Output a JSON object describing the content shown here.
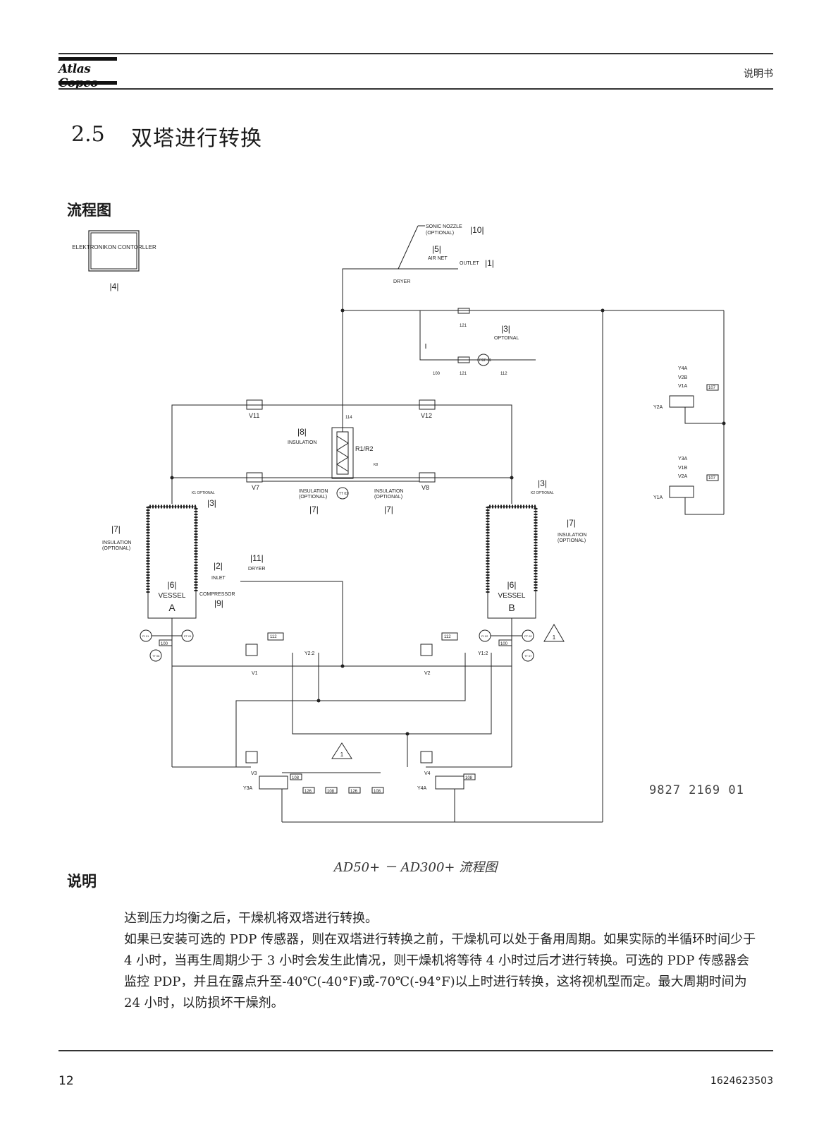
{
  "header": {
    "logo": "Atlas Copco",
    "doc_type": "说明书"
  },
  "section": {
    "number": "2.5",
    "title": "双塔进行转换"
  },
  "flowchart_heading": "流程图",
  "diagram": {
    "controller": "ELEKTRONIKON CONTORLLER",
    "controller_ref": "|4|",
    "sonic_nozzle": "SONIC NOZZLE",
    "sonic_optional": "(OPTIONAL)",
    "ref_10": "|10|",
    "ref_5": "|5|",
    "air_net": "AIR NET",
    "outlet": "OUTLET",
    "ref_1": "|1|",
    "dryer_top": "DRYER",
    "ref_3_top": "|3|",
    "optoinal": "OPTOINAL",
    "box_121a": "121",
    "box_121b": "121",
    "box_100_top": "100",
    "box_112_top": "112",
    "pdp": "PDP 01",
    "v11": "V11",
    "v12": "V12",
    "box_114": "114",
    "ref_8": "|8|",
    "insulation_8": "INSULATION",
    "r1r2": "R1/R2",
    "v7": "V7",
    "v8": "V8",
    "insulation_l": "INSULATION",
    "optional_l": "(OPTIONAL)",
    "insulation_r": "INSULATION",
    "optional_r": "(OPTIONAL)",
    "ref_7_mid_l": "|7|",
    "ref_7_mid_r": "|7|",
    "tt02": "TT 02",
    "k8": "K8",
    "k1": "K1 OPTIONAL",
    "k2": "K2 OPTIONAL",
    "ref_3_l": "|3|",
    "ref_3_r": "|3|",
    "ref_7_l": "|7|",
    "ins_l_outer": "INSULATION",
    "opt_l_outer": "(OPTIONAL)",
    "ref_7_r": "|7|",
    "ins_r_outer": "INSULATION",
    "opt_r_outer": "(OPTIONAL)",
    "ref_11": "|11|",
    "dryer_mid": "DRYER",
    "ref_2": "|2|",
    "inlet": "INLET",
    "compressor": "COMPRESSOR",
    "ref_9": "|9|",
    "ref_6a": "|6|",
    "vessel_a": "VESSEL",
    "vessel_a_letter": "A",
    "ref_6b": "|6|",
    "vessel_b": "VESSEL",
    "vessel_b_letter": "B",
    "box_100_l": "100",
    "box_100_r": "100",
    "pi01": "PI 01",
    "pt01": "PT 01",
    "tt06": "TT 06",
    "pi02": "PI 02",
    "pt02": "PT 02",
    "tt07": "TT 07",
    "box_112_l": "112",
    "box_112_r": "112",
    "v1": "V1",
    "v2": "V2",
    "y22": "Y2:2",
    "y12": "Y1:2",
    "v3": "V3",
    "v4": "V4",
    "y3a": "Y3A",
    "y4a": "Y4A",
    "box_108_l": "108",
    "box_108_r": "108",
    "box_126": "126",
    "box_108_m": "108",
    "box_126b": "126",
    "box_108_m2": "108",
    "warn_1": "1",
    "warn_2": "1",
    "y4a_r": "Y4A",
    "v2b": "V2B",
    "v1a": "V1A",
    "y2a": "Y2A",
    "box_107a": "107",
    "y3a_r": "Y3A",
    "v1b": "V1B",
    "v2a": "V2A",
    "y1a": "Y1A",
    "box_107b": "107",
    "drawing_number": "9827 2169 01"
  },
  "caption": "AD50+ － AD300+ 流程图",
  "description_heading": "说明",
  "paragraphs": [
    "达到压力均衡之后，干燥机将双塔进行转换。",
    "如果已安装可选的 PDP 传感器，则在双塔进行转换之前，干燥机可以处于备用周期。如果实际的半循环时间少于 4 小时，当再生周期少于 3 小时会发生此情况，则干燥机将等待 4 小时过后才进行转换。可选的 PDP 传感器会监控 PDP，并且在露点升至-40℃(-40°F)或-70℃(-94°F)以上时进行转换，这将视机型而定。最大周期时间为 24 小时，以防损坏干燥剂。"
  ],
  "footer": {
    "page_number": "12",
    "doc_number": "1624623503"
  }
}
